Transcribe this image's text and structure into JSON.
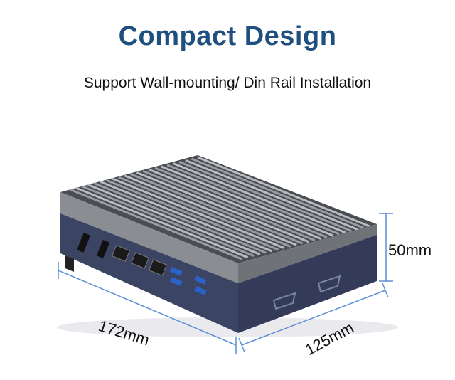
{
  "heading": {
    "title": "Compact Design",
    "subtitle": "Support Wall-mounting/ Din Rail Installation"
  },
  "dimensions": {
    "height": "50mm",
    "width": "172mm",
    "depth": "125mm",
    "line_color": "#5b8fd6"
  },
  "colors": {
    "title": "#1f4f7f",
    "chassis_body": "#3b4463",
    "heatsink_fins": "#6b6e73"
  }
}
